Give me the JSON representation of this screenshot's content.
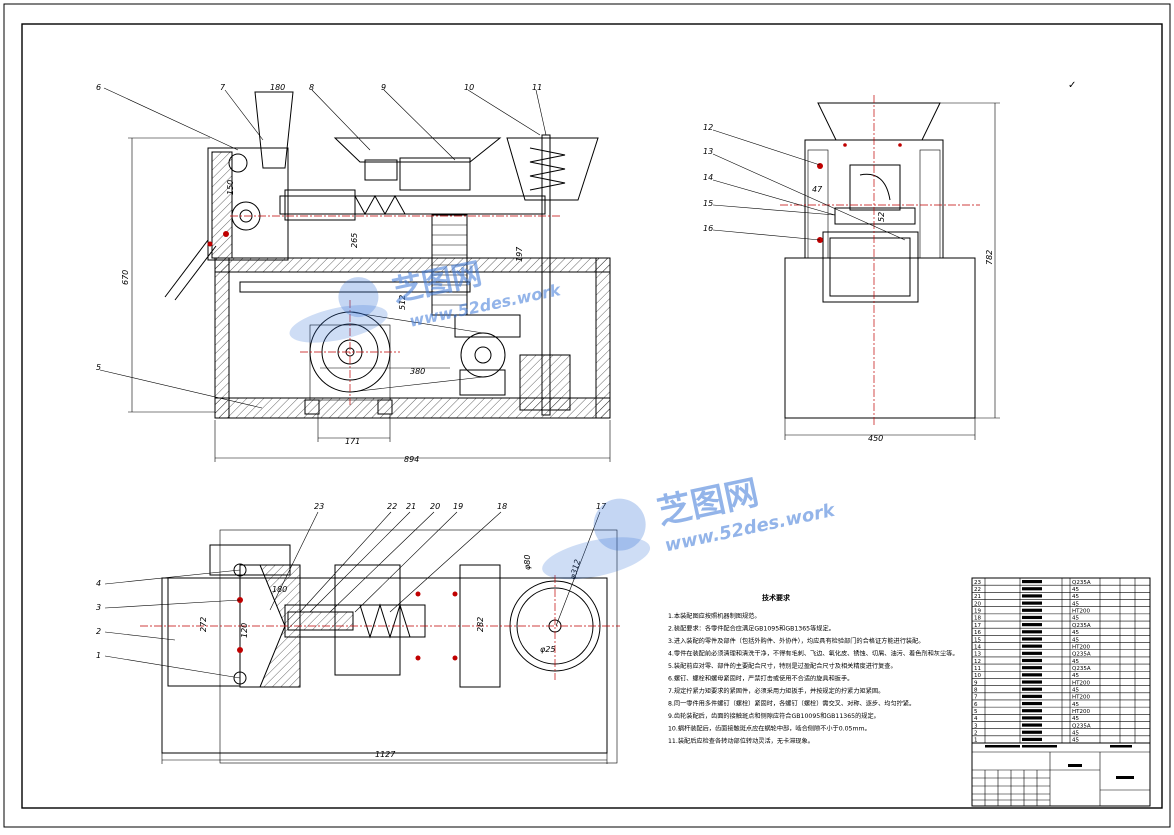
{
  "drawing": {
    "part_callouts_front": [
      "6",
      "7",
      "8",
      "9",
      "10",
      "11",
      "5"
    ],
    "part_callouts_side": [
      "12",
      "13",
      "14",
      "15",
      "16"
    ],
    "part_callouts_top": [
      "23",
      "22",
      "21",
      "20",
      "19",
      "18",
      "17",
      "4",
      "3",
      "2",
      "1"
    ],
    "dims_front": [
      "180",
      "150",
      "265",
      "512",
      "380",
      "171",
      "894",
      "670",
      "197"
    ],
    "dims_side": [
      "47",
      "52",
      "450",
      "782"
    ],
    "dims_top": [
      "180",
      "120",
      "272",
      "282",
      "1127",
      "φ80",
      "φ312",
      "φ25"
    ]
  },
  "watermark": {
    "brand": "芝图网",
    "url": "www.52des.work"
  },
  "notes": {
    "title": "技术要求",
    "lines": [
      "1.本装配图应按照机器制图规范。",
      "2.装配要求：各零件配合应满足GB1095和GB1365等规定。",
      "3.进入装配的零件及部件（包括外购件、外协件），均应具有检验部门的合格证方能进行装配。",
      "4.零件在装配前必须清理和清洗干净，不得有毛刺、飞边、氧化皮、锈蚀、切屑、油污、着色剂和灰尘等。",
      "5.装配前应对零、部件的主要配合尺寸，特别是过盈配合尺寸及相关精度进行复查。",
      "6.螺钉、螺栓和螺母紧固时，严禁打击或使用不合适的旋具和扳手。",
      "7.规定拧紧力矩要求的紧固件，必须采用力矩扳手，并按规定的拧紧力矩紧固。",
      "8.同一零件用多件螺钉（螺栓）紧固时，各螺钉（螺栓）需交叉、对称、逐步、均匀拧紧。",
      "9.齿轮装配后，齿面的接触斑点和侧隙应符合GB10095和GB11365的规定。",
      "10.蜗杆装配后，齿面接触斑点应在蜗轮中部，啮合侧隙不小于0.05mm。",
      "11.装配后应检查各转动部位转动灵活，无卡滞现象。"
    ]
  },
  "bom": {
    "rows": [
      [
        "23",
        "Q235A"
      ],
      [
        "22",
        "45"
      ],
      [
        "21",
        "45"
      ],
      [
        "20",
        "45"
      ],
      [
        "19",
        "HT200"
      ],
      [
        "18",
        "45"
      ],
      [
        "17",
        "Q235A"
      ],
      [
        "16",
        "45"
      ],
      [
        "15",
        "45"
      ],
      [
        "14",
        "HT200"
      ],
      [
        "13",
        "Q235A"
      ],
      [
        "12",
        "45"
      ],
      [
        "11",
        "Q235A"
      ],
      [
        "10",
        "45"
      ],
      [
        "9",
        "HT200"
      ],
      [
        "8",
        "45"
      ],
      [
        "7",
        "HT200"
      ],
      [
        "6",
        "45"
      ],
      [
        "5",
        "HT200"
      ],
      [
        "4",
        "45"
      ],
      [
        "3",
        "Q235A"
      ],
      [
        "2",
        "45"
      ],
      [
        "1",
        "45"
      ]
    ]
  },
  "roughness": "✓"
}
